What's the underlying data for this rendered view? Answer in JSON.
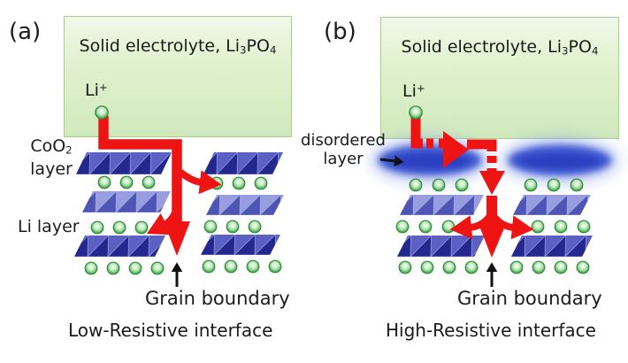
{
  "colors": {
    "arrow_red": "#ee1414",
    "slab_dark_up": "#23288f",
    "slab_dark_down": "#5b61c4",
    "slab_light_up": "#4f55b4",
    "slab_light_down": "#989de0",
    "slab_edge": "#aab0e8",
    "ion_rim": "#2d8a3a",
    "disordered_core": "#2b3fc0",
    "disordered_mid": "#3450cd",
    "disordered_halo": "#7b92ea",
    "black": "#111111"
  },
  "panel_a": {
    "tag": "(a)",
    "electrolyte_pre": "Solid electrolyte, Li",
    "electrolyte_sub1": "3",
    "electrolyte_mid": "PO",
    "electrolyte_sub2": "4",
    "li_ion_pre": "Li",
    "li_ion_sup": "+",
    "coo2_pre": "CoO",
    "coo2_sub": "2",
    "coo2_line2": "layer",
    "li_layer_label": "Li layer",
    "grain_boundary_label": "Grain boundary",
    "caption": "Low-Resistive interface"
  },
  "panel_b": {
    "tag": "(b)",
    "electrolyte_pre": "Solid electrolyte, Li",
    "electrolyte_sub1": "3",
    "electrolyte_mid": "PO",
    "electrolyte_sub2": "4",
    "li_ion_pre": "Li",
    "li_ion_sup": "+",
    "disordered_line1": "disordered",
    "disordered_line2": "layer",
    "grain_boundary_label": "Grain boundary",
    "caption": "High-Resistive interface"
  }
}
